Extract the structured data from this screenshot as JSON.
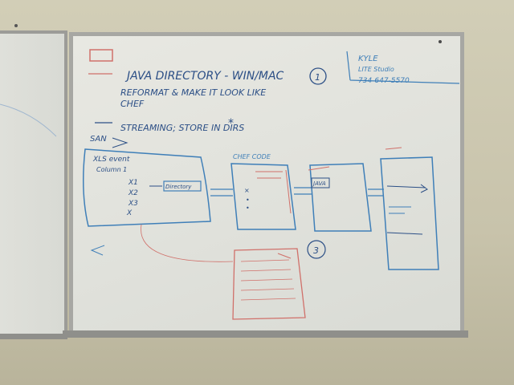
{
  "board": {
    "title": "JAVA DIRECTORY - WIN/MAC",
    "title_number": "1",
    "line2": "REFORMAT & MAKE IT LOOK LIKE",
    "line3": "CHEF",
    "line4": "STREAMING; STORE IN DIRS",
    "san_label": "SAN",
    "contact": {
      "name": "KYLE",
      "sub": "LITE Studio",
      "phone": "734-647-5570"
    },
    "block1": {
      "label": "XLS event",
      "sub": "Column 1",
      "rows": [
        "X1",
        "X2",
        "X3",
        "X"
      ],
      "tag": "Directory"
    },
    "block2_label": "CHEF CODE",
    "block3_tag": "JAVA",
    "circle_number": "3"
  },
  "colors": {
    "blue_marker": "#3f7fb8",
    "red_marker": "#d0706a",
    "dark_marker": "#2c4f86"
  }
}
